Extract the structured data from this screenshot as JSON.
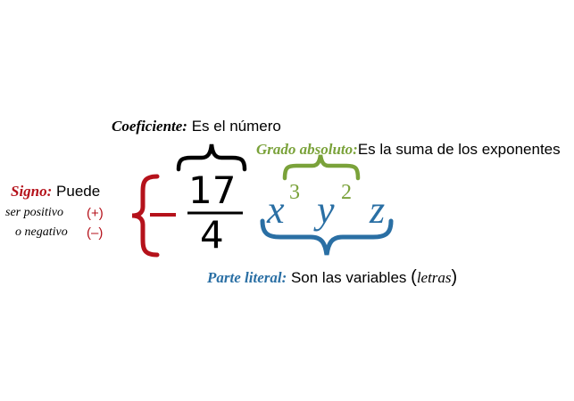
{
  "coeficiente": {
    "term": "Coeficiente:",
    "desc": " Es el número"
  },
  "grado": {
    "term": "Grado absoluto:",
    "desc": "Es la suma de los exponentes"
  },
  "signo": {
    "term": "Signo:",
    "desc": " Puede",
    "line2": "ser positivo",
    "plus": "(+)",
    "line3": "o negativo",
    "minus": "(–)"
  },
  "parte": {
    "term": "Parte literal:",
    "desc": " Son las variables ",
    "open": "(",
    "paren_word": "letras",
    "close": ")"
  },
  "expression": {
    "numerator": "17",
    "denominator": "4",
    "variables": [
      {
        "name": "x",
        "exponent": "3"
      },
      {
        "name": "y",
        "exponent": "2"
      },
      {
        "name": "z",
        "exponent": ""
      }
    ]
  },
  "colors": {
    "signo": "#b5121b",
    "grado": "#7aa23a",
    "parte": "#2a6fa4",
    "coeficiente": "#000000"
  }
}
